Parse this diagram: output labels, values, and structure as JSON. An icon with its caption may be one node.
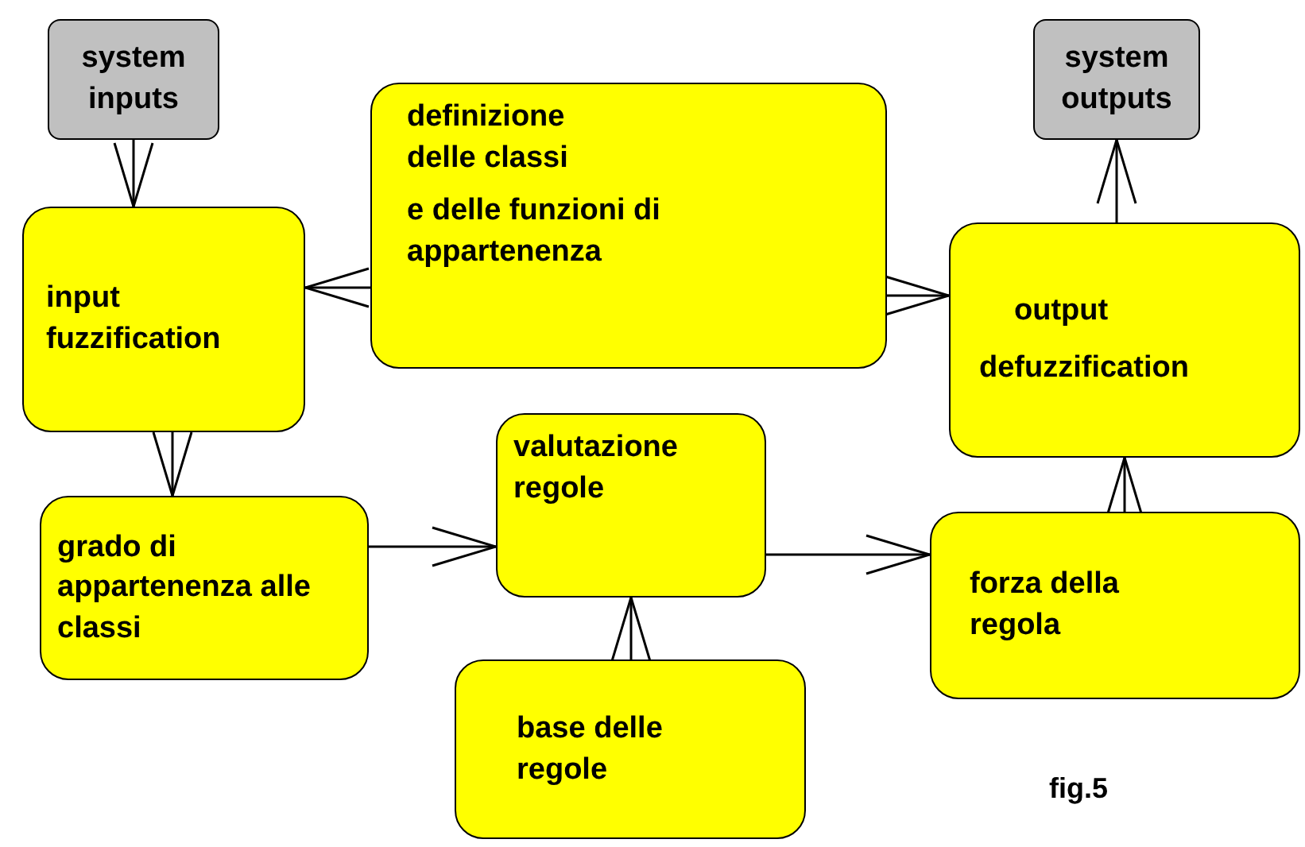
{
  "diagram": {
    "nodes": [
      {
        "text": [
          "system inputs"
        ]
      },
      {
        "text": [
          "input fuzzification"
        ]
      },
      {
        "text": [
          "definizione delle classi",
          "e delle funzioni di appartenenza"
        ]
      },
      {
        "text": [
          "system outputs"
        ]
      },
      {
        "text": [
          "output",
          "defuzzification"
        ]
      },
      {
        "text": [
          "grado di appartenenza alle classi"
        ]
      },
      {
        "text": [
          "valutazione regole"
        ]
      },
      {
        "text": [
          "forza della regola"
        ]
      },
      {
        "text": [
          "base delle regole"
        ]
      }
    ],
    "edges": [
      {
        "from": 0,
        "to": 1,
        "arrow": "to"
      },
      {
        "from": 2,
        "to": 1,
        "arrow": "to"
      },
      {
        "from": 2,
        "to": 4,
        "arrow": "to"
      },
      {
        "from": 4,
        "to": 3,
        "arrow": "to"
      },
      {
        "from": 1,
        "to": 5,
        "arrow": "to"
      },
      {
        "from": 5,
        "to": 6,
        "arrow": "to"
      },
      {
        "from": 6,
        "to": 7,
        "arrow": "to"
      },
      {
        "from": 7,
        "to": 4,
        "arrow": "to"
      },
      {
        "from": 8,
        "to": 6,
        "arrow": "to"
      }
    ],
    "labels": [
      "fig.5"
    ]
  }
}
